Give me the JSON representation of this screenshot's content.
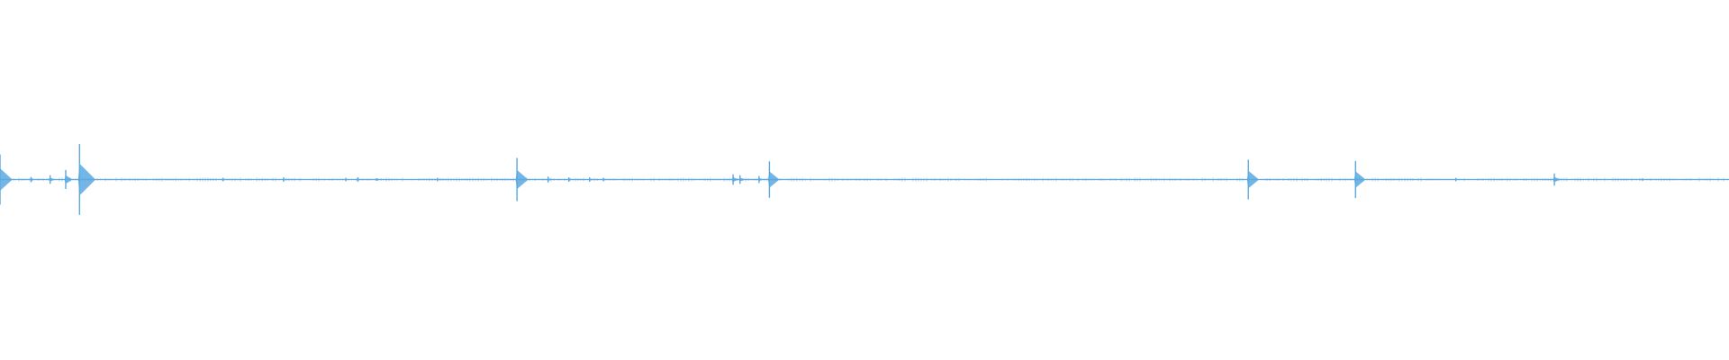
{
  "waveform": {
    "color": "#5aa9e0",
    "background": "#ffffff",
    "amplitude_scale": "normalized",
    "transients": [
      {
        "time": 0.0,
        "amplitude": 0.58
      },
      {
        "time": 0.018,
        "amplitude": 0.06
      },
      {
        "time": 0.029,
        "amplitude": 0.1
      },
      {
        "time": 0.038,
        "amplitude": 0.22
      },
      {
        "time": 0.046,
        "amplitude": 0.82
      },
      {
        "time": 0.129,
        "amplitude": 0.04
      },
      {
        "time": 0.164,
        "amplitude": 0.05
      },
      {
        "time": 0.2,
        "amplitude": 0.04
      },
      {
        "time": 0.207,
        "amplitude": 0.05
      },
      {
        "time": 0.218,
        "amplitude": 0.03
      },
      {
        "time": 0.253,
        "amplitude": 0.04
      },
      {
        "time": 0.299,
        "amplitude": 0.5
      },
      {
        "time": 0.317,
        "amplitude": 0.07
      },
      {
        "time": 0.329,
        "amplitude": 0.05
      },
      {
        "time": 0.341,
        "amplitude": 0.05
      },
      {
        "time": 0.349,
        "amplitude": 0.04
      },
      {
        "time": 0.424,
        "amplitude": 0.12
      },
      {
        "time": 0.428,
        "amplitude": 0.1
      },
      {
        "time": 0.439,
        "amplitude": 0.08
      },
      {
        "time": 0.445,
        "amplitude": 0.42
      },
      {
        "time": 0.722,
        "amplitude": 0.46
      },
      {
        "time": 0.784,
        "amplitude": 0.43
      },
      {
        "time": 0.842,
        "amplitude": 0.04
      },
      {
        "time": 0.899,
        "amplitude": 0.14
      },
      {
        "time": 0.95,
        "amplitude": 0.03
      }
    ]
  }
}
